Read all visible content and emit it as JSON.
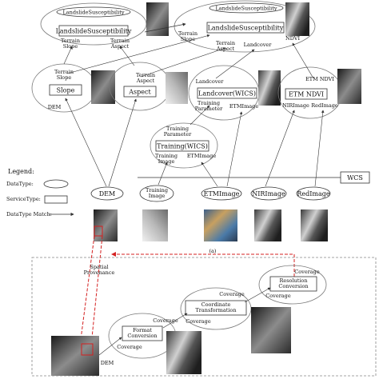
{
  "colors": {
    "border": "#444444",
    "arrow": "#333333",
    "highlight": "#d42020",
    "dashed_panel": "#888888"
  },
  "top": {
    "susc_small_type": "LandslideSusceptibility",
    "susc_small_service": "LandslideSusceptibility",
    "susc_small_in1": "Terrain\nSlope",
    "susc_small_in2": "Terrain\nAspect",
    "susc_main_type": "LandslideSusceptibility",
    "susc_main_service": "LandslideSusceptibility",
    "susc_main_in_slope": "Terrain\nSlope",
    "susc_main_in_aspect": "Terrain\nAspect",
    "susc_main_in_landcover": "Landcover",
    "susc_main_in_ndvi": "NDVI",
    "slope_out": "Terrain\nSlope",
    "slope_service": "Slope",
    "slope_in": "DEM",
    "aspect_out": "Terrain\nAspect",
    "aspect_service": "Aspect",
    "landcover_out": "Landcover",
    "landcover_service": "Landcover(WICS)",
    "landcover_in1": "Training\nParameter",
    "landcover_in2": "ETMImage",
    "ndvi_out": "ETM NDVI",
    "ndvi_service": "ETM NDVI",
    "ndvi_in1": "NIRImage",
    "ndvi_in2": "RedImage",
    "training_out": "Training\nParameter",
    "training_service": "Training(WICS)",
    "training_in1": "Training\nImage",
    "training_in2": "ETMImage",
    "wcs_label": "WCS",
    "data_dem": "DEM",
    "data_training": "Training\nImage",
    "data_etm": "ETMImage",
    "data_nir": "NIRImage",
    "data_red": "RedImage",
    "panel_caption": "(a)"
  },
  "legend": {
    "title": "Legend:",
    "datatype": "DataType:",
    "servicetype": "ServiceType:",
    "match": "DataType Match:"
  },
  "bottom": {
    "spatial_provenance": "Spatial\nProvenance",
    "dem_label": "DEM",
    "format_service": "Format\nConversion",
    "format_coverage_in": "Coverage",
    "format_coverage_out": "Coverage",
    "coord_service": "Coordinate\nTransformation",
    "coord_coverage_in": "Coverage",
    "coord_coverage_out": "Coverage",
    "res_service": "Resolution\nConversion",
    "res_coverage_in": "Coverage",
    "res_coverage_out": "Coverage"
  }
}
